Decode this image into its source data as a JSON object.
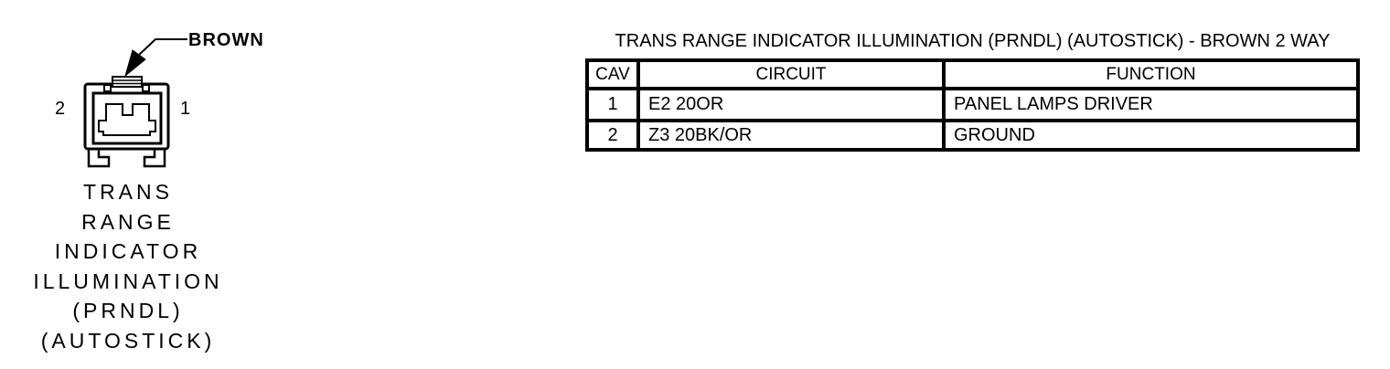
{
  "colors": {
    "ink": "#000000",
    "background": "#ffffff"
  },
  "connector": {
    "wire_color_label": "BROWN",
    "pin_left": "2",
    "pin_right": "1",
    "caption_lines": [
      "TRANS",
      "RANGE",
      "INDICATOR",
      "ILLUMINATION",
      "(PRNDL)",
      "(AUTOSTICK)"
    ]
  },
  "table": {
    "title": "TRANS RANGE INDICATOR ILLUMINATION (PRNDL) (AUTOSTICK) - BROWN 2 WAY",
    "columns": [
      "CAV",
      "CIRCUIT",
      "FUNCTION"
    ],
    "rows": [
      {
        "cav": "1",
        "circuit": "E2 20OR",
        "function": "PANEL LAMPS DRIVER"
      },
      {
        "cav": "2",
        "circuit": "Z3 20BK/OR",
        "function": "GROUND"
      }
    ]
  }
}
